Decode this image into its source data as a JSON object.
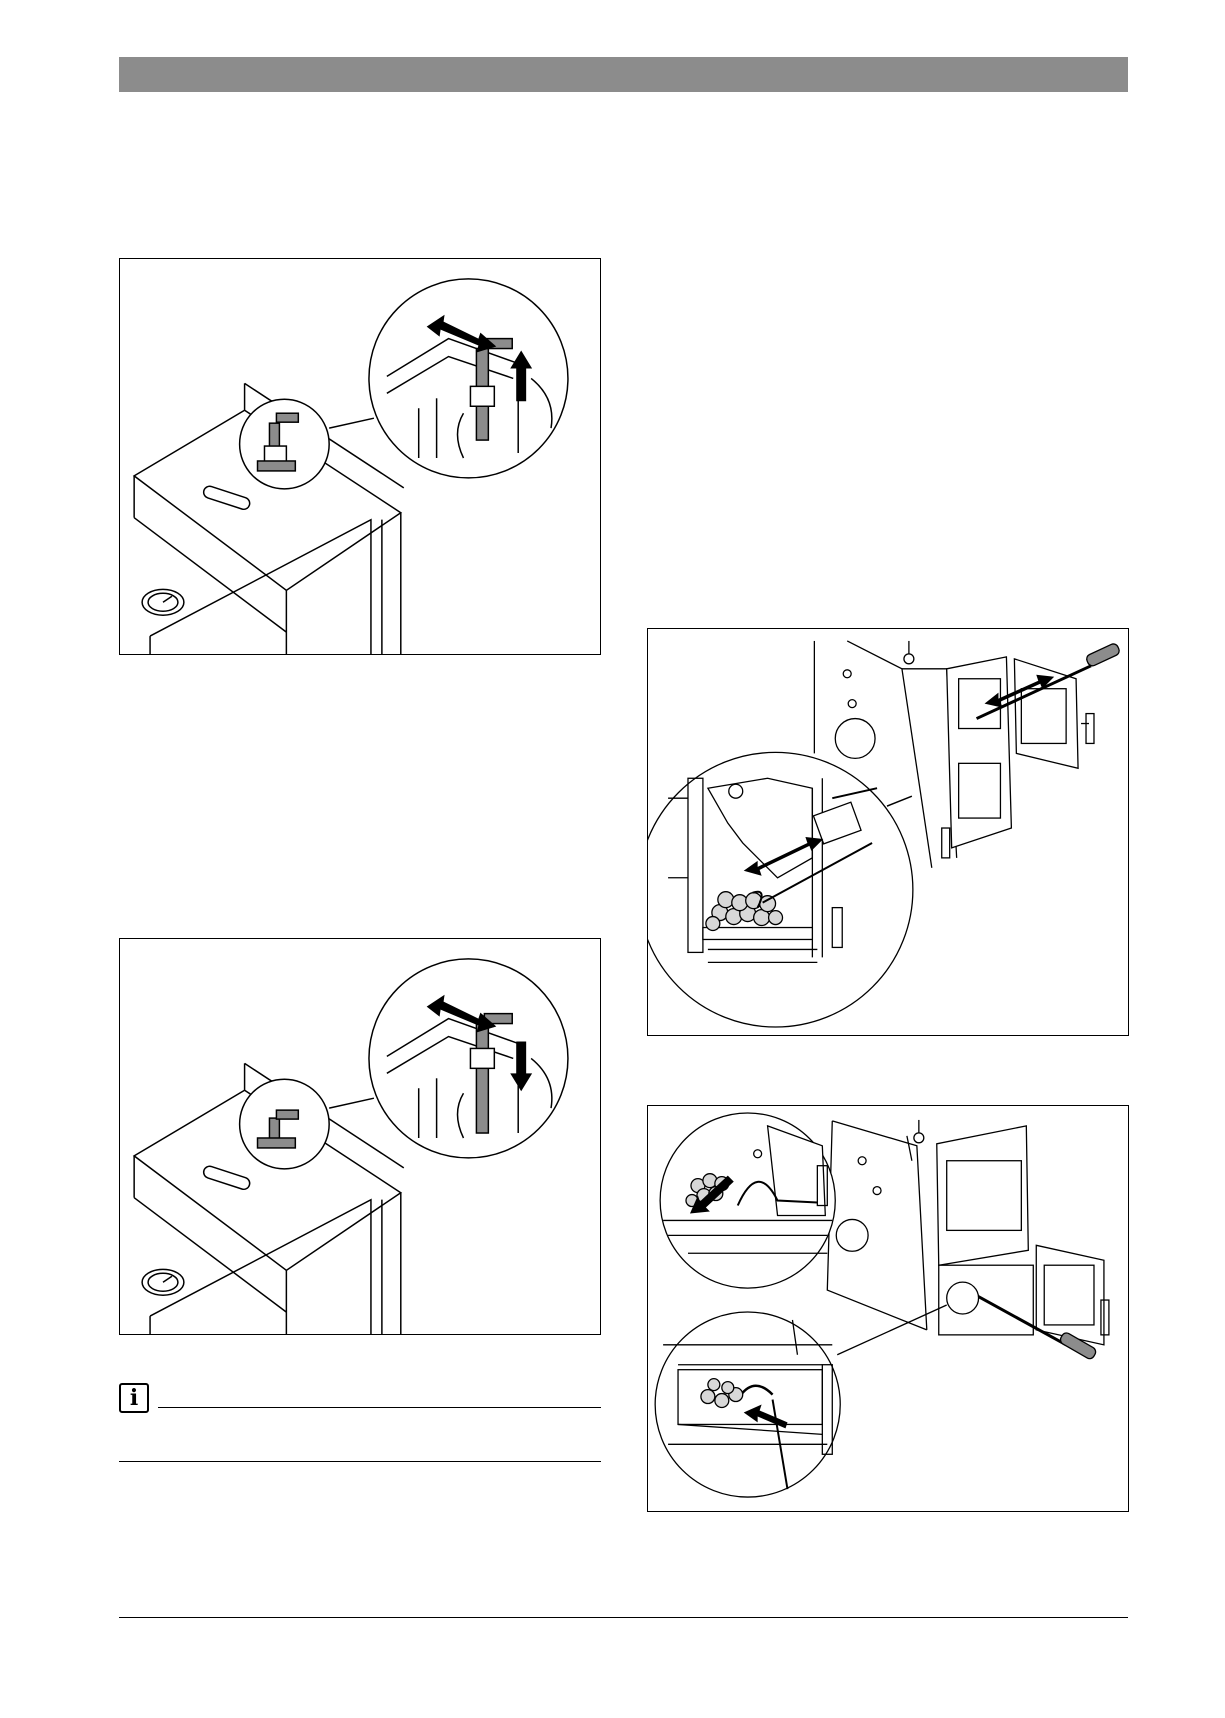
{
  "header": {
    "band_color": "#8c8c8c"
  },
  "figures": [
    {
      "id": "figure-lever-up",
      "icons": [
        "lever-icon",
        "double-arrow-icon",
        "arrow-up-icon",
        "gauge-icon"
      ]
    },
    {
      "id": "figure-lever-down",
      "icons": [
        "lever-icon",
        "double-arrow-icon",
        "arrow-down-icon",
        "gauge-icon"
      ]
    },
    {
      "id": "figure-cleaning-upper",
      "icons": [
        "cleaning-brush-icon",
        "double-arrow-icon",
        "boiler-door-icon"
      ]
    },
    {
      "id": "figure-cleaning-lower",
      "icons": [
        "cleaning-hook-icon",
        "arrow-icon",
        "boiler-door-icon"
      ]
    }
  ],
  "note": {
    "icon": "info-icon",
    "glyph": "i"
  },
  "colors": {
    "line": "#000000",
    "fill_grey": "#8c8c8c",
    "fill_light": "#d8d8d8"
  }
}
